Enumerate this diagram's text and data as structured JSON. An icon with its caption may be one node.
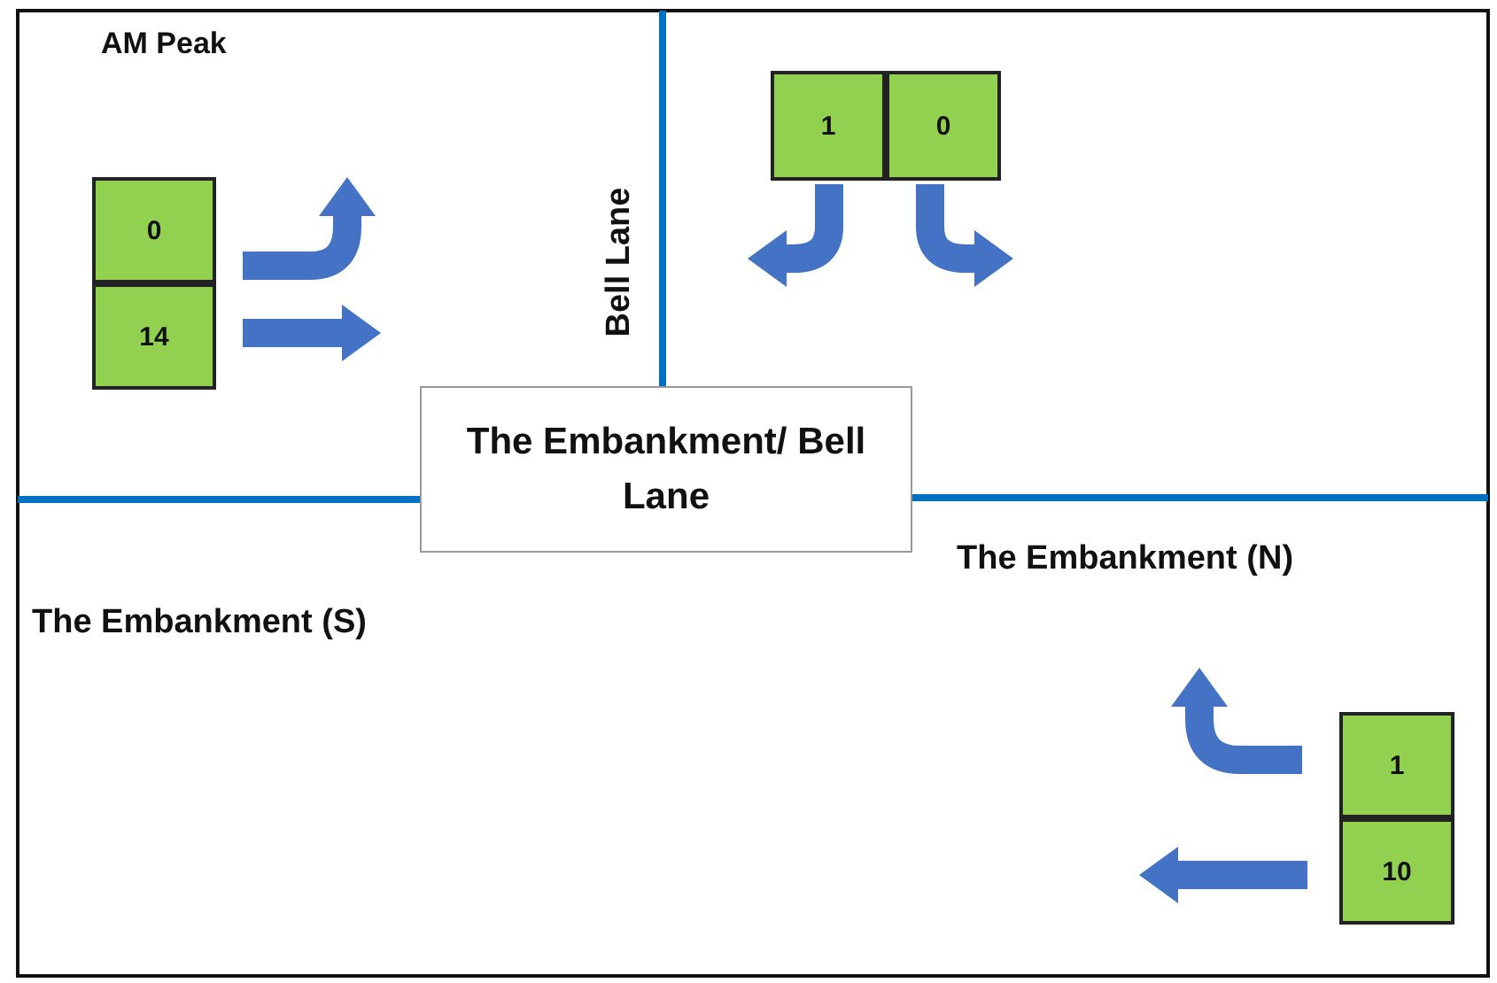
{
  "diagram": {
    "nodes": [
      {
        "text": [
          "The Embankment/ Bell Lane"
        ]
      },
      {
        "text": [
          "0"
        ]
      },
      {
        "text": [
          "14"
        ]
      },
      {
        "text": [
          "1"
        ]
      },
      {
        "text": [
          "0"
        ]
      },
      {
        "text": [
          "1"
        ]
      },
      {
        "text": [
          "10"
        ]
      }
    ],
    "labels": [
      "AM Peak",
      "Bell Lane",
      "The Embankment (N)",
      "The Embankment (S)"
    ]
  }
}
